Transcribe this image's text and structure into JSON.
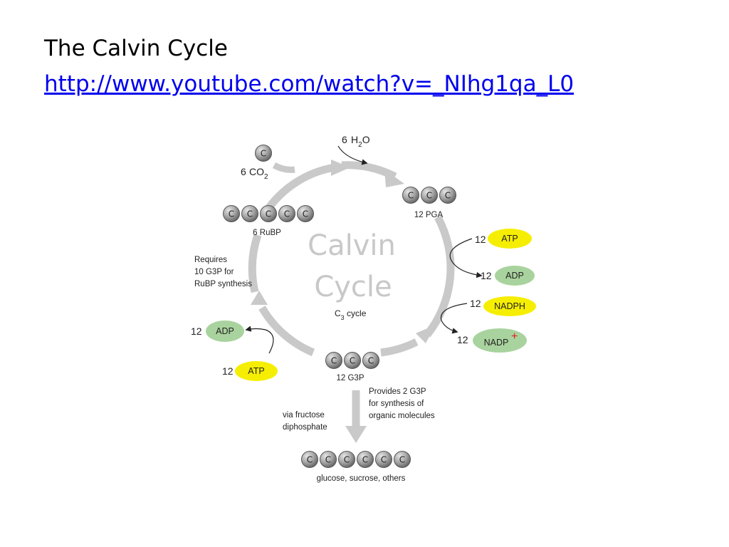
{
  "slide": {
    "title": "The Calvin Cycle",
    "link": "http://www.youtube.com/watch?v=_NIhg1qa_L0"
  },
  "diagram": {
    "center_title_line1": "Calvin",
    "center_title_line2": "Cycle",
    "center_subtitle_prefix": "C",
    "center_subtitle_sub": "3",
    "center_subtitle_suffix": " cycle",
    "carbon_letter": "C",
    "co2": {
      "count": "6",
      "formula": "CO",
      "sub": "2"
    },
    "h2o": {
      "count": "6",
      "formula_a": "H",
      "sub": "2",
      "formula_b": "O"
    },
    "pga_label": "12 PGA",
    "rubp_label": "6 RuBP",
    "g3p_label": "12 G3P",
    "glucose_label": "glucose, sucrose, others",
    "atp_right": {
      "count": "12",
      "label": "ATP"
    },
    "adp_right": {
      "count": "12",
      "label": "ADP"
    },
    "nadph": {
      "count": "12",
      "label": "NADPH"
    },
    "nadp": {
      "count": "12",
      "label": "NADP",
      "charge": "+"
    },
    "adp_left": {
      "count": "12",
      "label": "ADP"
    },
    "atp_left": {
      "count": "12",
      "label": "ATP"
    },
    "requires_note": [
      "Requires",
      "10 G3P for",
      "RuBP synthesis"
    ],
    "provides_note": [
      "Provides 2 G3P",
      "for synthesis of",
      "organic molecules"
    ],
    "via_note": [
      "via fructose",
      "diphosphate"
    ],
    "colors": {
      "arrow_gray": "#c9c9c9",
      "atp_yellow": "#f6ee00",
      "adp_green": "#a9d39e",
      "carbon_fill": "#9a9a9a",
      "link_blue": "#0000ee"
    }
  }
}
